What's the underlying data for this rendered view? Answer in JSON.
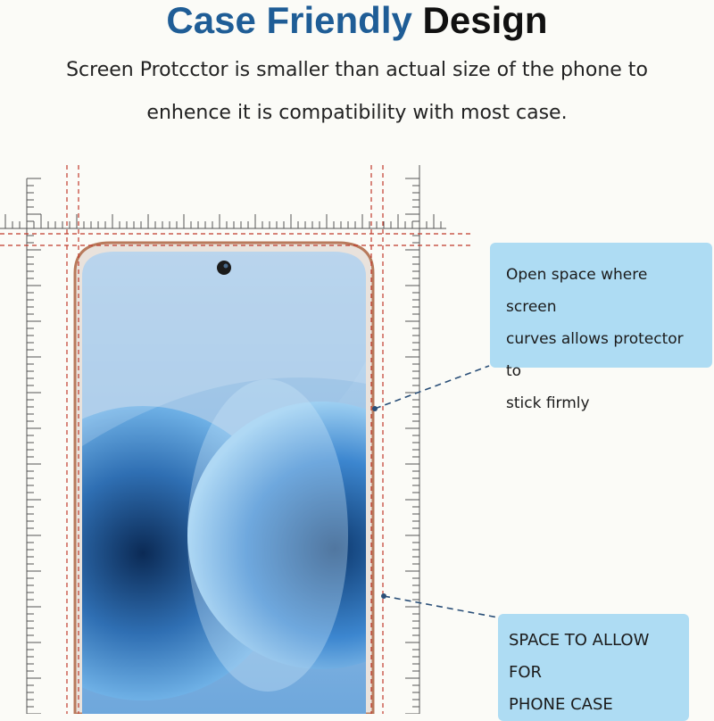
{
  "title": {
    "part1": "Case Friendly",
    "part2": "Design"
  },
  "subtitle": {
    "line1": "Screen Protcctor is smaller than actual size of the phone to",
    "line2": "enhence it is compatibility with most case."
  },
  "callouts": {
    "top": {
      "line1": "Open space where screen",
      "line2": "curves allows protector to",
      "line3": "stick firmly"
    },
    "bottom": {
      "line1": "SPACE TO ALLOW FOR",
      "line2": "PHONE CASE"
    }
  },
  "colors": {
    "title_blue": "#1f5d96",
    "callout_fill": "#aedcf3",
    "guide_red": "#c0392b",
    "phone_frame": "#c88a6a",
    "screen_blue": "#3f86c8"
  }
}
